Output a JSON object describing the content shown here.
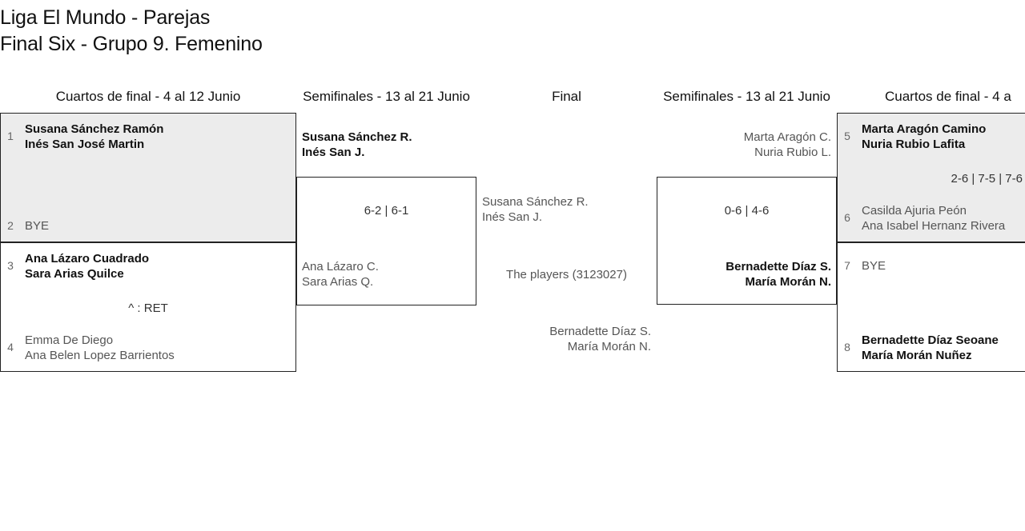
{
  "title": {
    "line1": "Liga El Mundo - Parejas",
    "line2": "Final Six - Grupo 9. Femenino"
  },
  "round_headers": {
    "qf_left": "Cuartos de final - 4 al 12 Junio",
    "sf_left": "Semifinales - 13 al 21 Junio",
    "final": "Final",
    "sf_right": "Semifinales - 13 al 21 Junio",
    "qf_right": "Cuartos de final - 4 a"
  },
  "bracket": {
    "qf_left": [
      {
        "shaded": true,
        "top": {
          "seed": "1",
          "line1": "Susana Sánchez Ramón",
          "line2": "Inés San José Martin",
          "result": "winner"
        },
        "bottom": {
          "seed": "2",
          "line1": "BYE",
          "line2": "",
          "result": "loser"
        },
        "score": ""
      },
      {
        "shaded": false,
        "top": {
          "seed": "3",
          "line1": "Ana Lázaro Cuadrado",
          "line2": "Sara Arias Quilce",
          "result": "winner"
        },
        "bottom": {
          "seed": "4",
          "line1": "Emma De Diego",
          "line2": "Ana Belen Lopez Barrientos",
          "result": "loser"
        },
        "score": "^ : RET"
      }
    ],
    "qf_right": [
      {
        "shaded": true,
        "top": {
          "seed": "5",
          "line1": "Marta Aragón Camino",
          "line2": "Nuria Rubio Lafita",
          "result": "winner"
        },
        "bottom": {
          "seed": "6",
          "line1": "Casilda Ajuria Peón",
          "line2": "Ana Isabel Hernanz Rivera",
          "result": "loser"
        },
        "score": "2-6 | 7-5 | 7-6"
      },
      {
        "shaded": false,
        "top": {
          "seed": "7",
          "line1": "BYE",
          "line2": "",
          "result": "loser"
        },
        "bottom": {
          "seed": "8",
          "line1": "Bernadette Díaz Seoane",
          "line2": "María Morán Nuñez",
          "result": "winner"
        },
        "score": ""
      }
    ],
    "sf_left": {
      "top": {
        "line1": "Susana Sánchez R.",
        "line2": "Inés San J.",
        "result": "winner"
      },
      "bottom": {
        "line1": "Ana Lázaro C.",
        "line2": "Sara Arias Q.",
        "result": "loser"
      },
      "score": "6-2 | 6-1"
    },
    "sf_right": {
      "top": {
        "line1": "Marta Aragón C.",
        "line2": "Nuria Rubio L.",
        "result": "loser"
      },
      "bottom": {
        "line1": "Bernadette Díaz S.",
        "line2": "María Morán N.",
        "result": "winner"
      },
      "score": "0-6 | 4-6"
    },
    "final": {
      "top": {
        "line1": "Susana Sánchez R.",
        "line2": "Inés San J.",
        "result": "loser"
      },
      "bottom": {
        "line1": "Bernadette Díaz S.",
        "line2": "María Morán N.",
        "result": "loser"
      },
      "score": "The players (3123027)"
    }
  }
}
